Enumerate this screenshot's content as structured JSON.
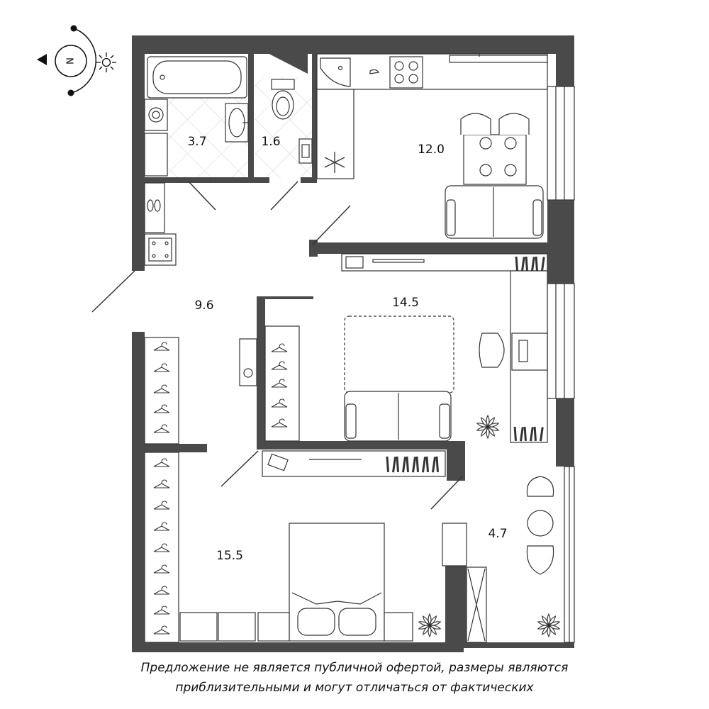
{
  "compass": {
    "north_label": "N"
  },
  "rooms": {
    "bathroom": {
      "area": "3.7"
    },
    "toilet": {
      "area": "1.6"
    },
    "kitchen": {
      "area": "12.0"
    },
    "hallway": {
      "area": "9.6"
    },
    "living_room": {
      "area": "14.5"
    },
    "bedroom": {
      "area": "15.5"
    },
    "balcony": {
      "area": "4.7"
    }
  },
  "disclaimer": {
    "line1": "Предложение не является публичной офертой, размеры являются",
    "line2": "приблизительными и могут отличаться от фактических"
  },
  "colors": {
    "wall": "#4a4a4a",
    "tile_line": "#cfcfcf",
    "furniture_stroke": "#333333"
  }
}
